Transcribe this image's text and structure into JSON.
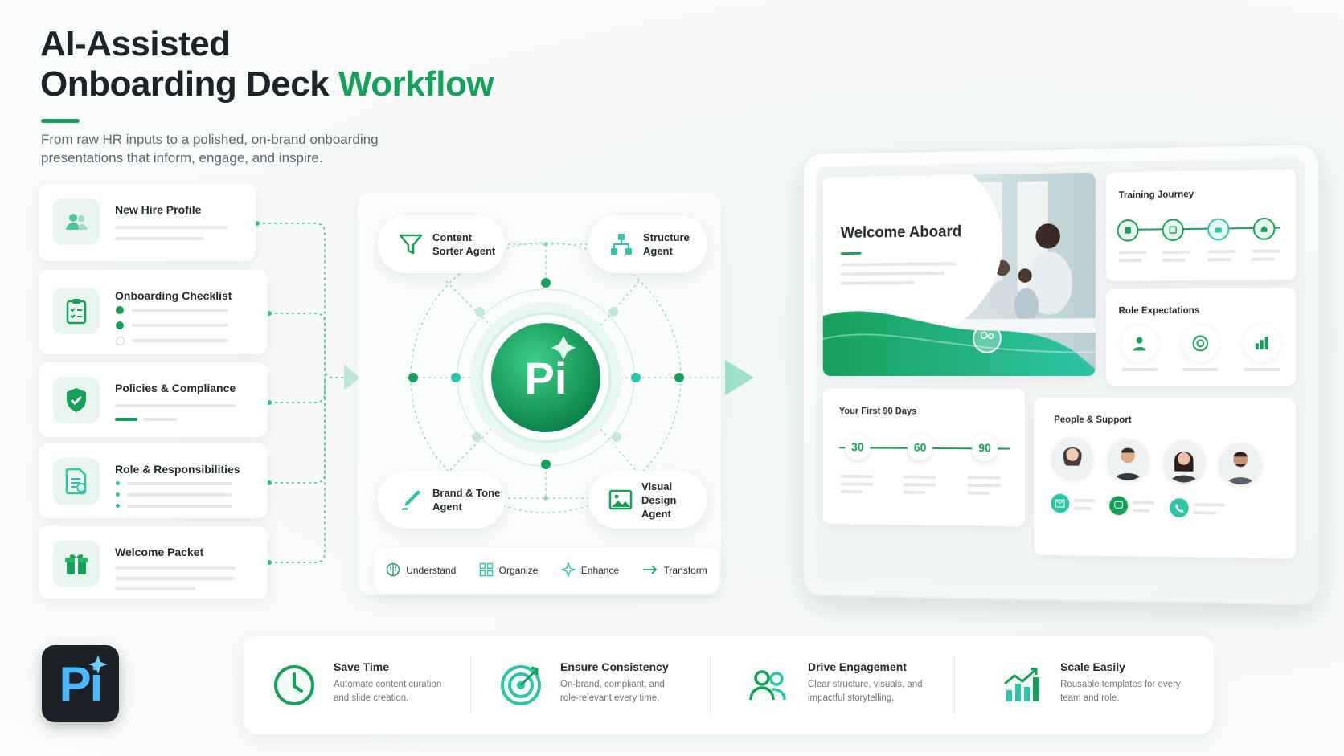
{
  "title": {
    "line1": "AI-Assisted",
    "line2_part1": "Onboarding Deck",
    "line2_accent": "Workflow",
    "subtitle_line1": "From raw HR inputs to a polished, on-brand onboarding",
    "subtitle_line2": "presentations that inform, engage, and inspire."
  },
  "inputs": [
    {
      "label": "New Hire Profile",
      "icon": "users-icon"
    },
    {
      "label": "Onboarding Checklist",
      "icon": "clipboard-check-icon"
    },
    {
      "label": "Policies & Compliance",
      "icon": "shield-check-icon"
    },
    {
      "label": "Role & Responsibilities",
      "icon": "document-icon"
    },
    {
      "label": "Welcome Packet",
      "icon": "gift-icon"
    }
  ],
  "hub": {
    "logo_text": "Pi",
    "agents": [
      {
        "line1": "Content",
        "line2": "Sorter Agent",
        "icon": "filter-icon"
      },
      {
        "line1": "Structure",
        "line2": "Agent",
        "icon": "hierarchy-icon"
      },
      {
        "line1": "Brand & Tone",
        "line2": "Agent",
        "icon": "pen-icon"
      },
      {
        "line1": "Visual Design",
        "line2": "Agent",
        "icon": "image-icon"
      }
    ],
    "steps": [
      {
        "label": "Understand",
        "icon": "brain-icon"
      },
      {
        "label": "Organize",
        "icon": "grid-icon"
      },
      {
        "label": "Enhance",
        "icon": "sparkle-icon"
      },
      {
        "label": "Transform",
        "icon": "arrow-right-icon"
      }
    ]
  },
  "deck": {
    "welcome_title": "Welcome Aboard",
    "training_title": "Training Journey",
    "role_title": "Role Expectations",
    "first90_title": "Your First 90 Days",
    "milestones": [
      "30",
      "60",
      "90"
    ],
    "people_title": "People & Support"
  },
  "benefits": [
    {
      "title": "Save Time",
      "desc": "Automate content curation and slide creation.",
      "icon": "clock-icon"
    },
    {
      "title": "Ensure Consistency",
      "desc": "On-brand, compliant, and role-relevant every time.",
      "icon": "target-icon"
    },
    {
      "title": "Drive Engagement",
      "desc": "Clear structure, visuals, and impactful storytelling.",
      "icon": "people-icon"
    },
    {
      "title": "Scale Easily",
      "desc": "Reusable templates for every team and role.",
      "icon": "growth-chart-icon"
    }
  ],
  "brand_logo_text": "Pi",
  "colors": {
    "accent": "#17a05a",
    "teal": "#2ec4a6",
    "dark": "#1c2329"
  }
}
